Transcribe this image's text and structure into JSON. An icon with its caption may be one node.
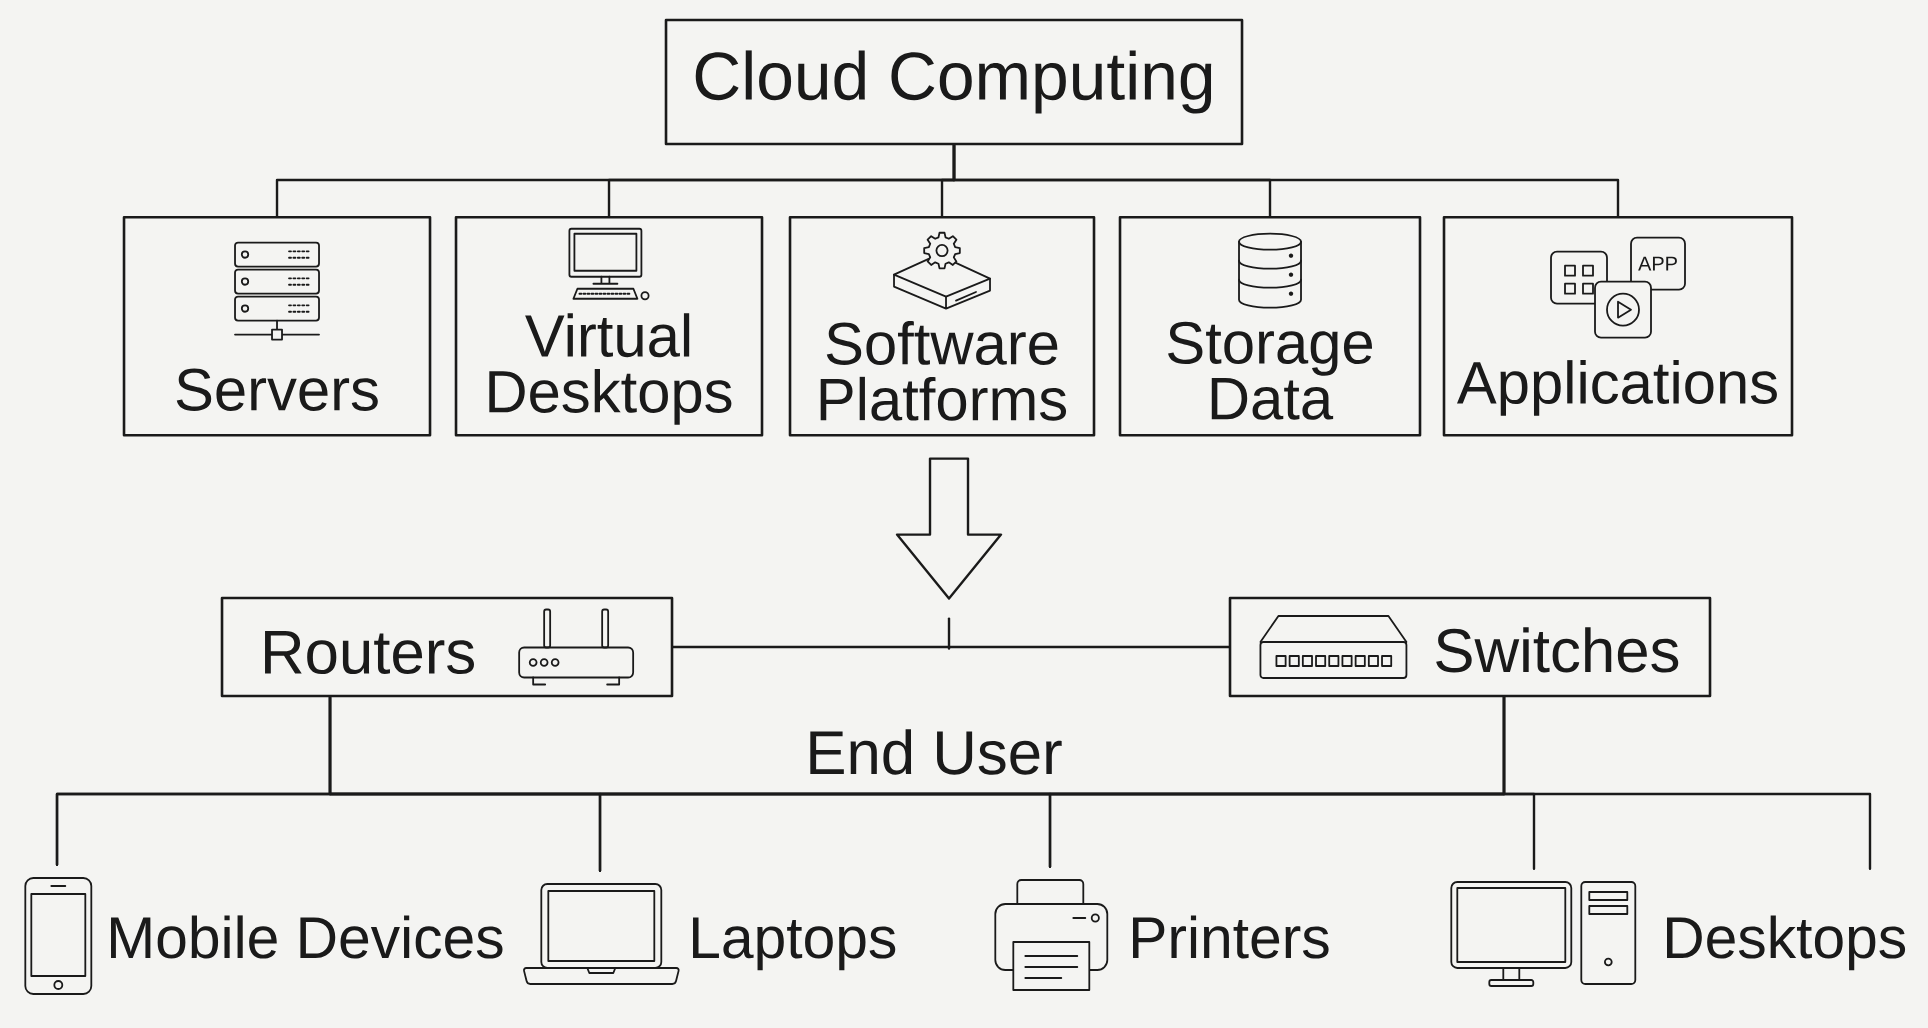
{
  "diagram": {
    "nodes": [
      {
        "text": [
          "Cloud Computing"
        ]
      },
      {
        "text": [
          "Servers"
        ]
      },
      {
        "text": [
          "Virtual Desktops"
        ]
      },
      {
        "text": [
          "Software Platforms"
        ]
      },
      {
        "text": [
          "Storage Data"
        ]
      },
      {
        "text": [
          "Applications"
        ]
      },
      {
        "text": [
          "Routers"
        ]
      },
      {
        "text": [
          "Switches"
        ]
      },
      {
        "text": [
          "Mobile Devices"
        ]
      },
      {
        "text": [
          "Laptops"
        ]
      },
      {
        "text": [
          "Printers"
        ]
      },
      {
        "text": [
          "Desktops"
        ]
      }
    ],
    "edges": [
      {
        "from": 0,
        "to": 1,
        "arrow": "none"
      },
      {
        "from": 0,
        "to": 2,
        "arrow": "none"
      },
      {
        "from": 0,
        "to": 3,
        "arrow": "none"
      },
      {
        "from": 0,
        "to": 4,
        "arrow": "none"
      },
      {
        "from": 0,
        "to": 5,
        "arrow": "none"
      },
      {
        "from": 3,
        "to": null,
        "arrow": "to"
      },
      {
        "from": 6,
        "to": 7,
        "arrow": "none"
      },
      {
        "from": 6,
        "to": 8,
        "arrow": "none"
      },
      {
        "from": 6,
        "to": 9,
        "arrow": "none"
      },
      {
        "from": 6,
        "to": 10,
        "arrow": "none"
      },
      {
        "from": 6,
        "to": 11,
        "arrow": "none"
      },
      {
        "from": 7,
        "to": 8,
        "arrow": "none"
      },
      {
        "from": 7,
        "to": 9,
        "arrow": "none"
      },
      {
        "from": 7,
        "to": 10,
        "arrow": "none"
      },
      {
        "from": 7,
        "to": 11,
        "arrow": "none"
      }
    ],
    "labels": [
      "APP",
      "End User"
    ]
  }
}
